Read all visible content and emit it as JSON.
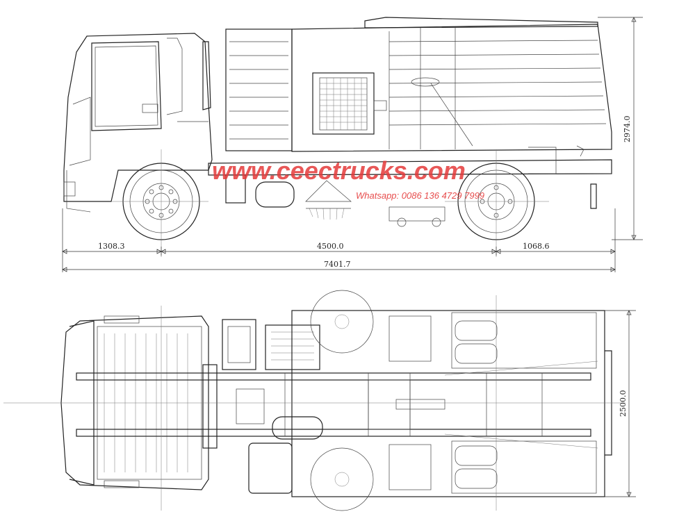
{
  "drawing": {
    "side_view": {
      "dimensions": {
        "front_overhang": "1308.3",
        "wheelbase": "4500.0",
        "rear_overhang": "1068.6",
        "overall_length": "7401.7",
        "overall_height": "2974.0"
      }
    },
    "top_view": {
      "dimensions": {
        "overall_width": "2500.0"
      }
    },
    "watermark": {
      "site": "www.ceectrucks.com",
      "contact": "Whatsapp: 0086 136 4729 7999"
    },
    "colors": {
      "line": "#222222",
      "watermark": "#e43a3a"
    }
  }
}
